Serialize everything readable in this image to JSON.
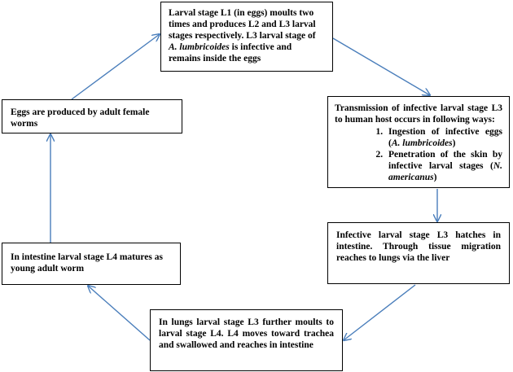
{
  "colors": {
    "arrow": "#4a7ebb",
    "border": "#000000"
  },
  "boxes": {
    "top": {
      "line1": "Larval stage L1 (in eggs) moults two times and produces L2 and L3 larval stages respectively. L3 larval stage of ",
      "species": "A. lumbricoides",
      "line2": " is infective and remains inside the eggs"
    },
    "right_top": {
      "intro": "Transmission of infective larval stage L3 to human host occurs in following ways:",
      "items": [
        {
          "text": "Ingestion of infective eggs (",
          "species": "A. lumbricoides",
          "end": ")"
        },
        {
          "text": "Penetration of the skin by infective larval stages (",
          "species": "N. americanus",
          "end": ")"
        }
      ]
    },
    "right_bottom": {
      "text": "Infective larval stage L3 hatches in intestine. Through tissue migration reaches to lungs via the liver"
    },
    "bottom": {
      "text": "In lungs larval stage L3 further moults to larval stage L4. L4 moves toward trachea and swallowed and reaches in intestine"
    },
    "left_mid": {
      "text": "In intestine larval stage L4 matures as young adult worm"
    },
    "left_top": {
      "text": "Eggs are produced by adult female worms"
    }
  }
}
